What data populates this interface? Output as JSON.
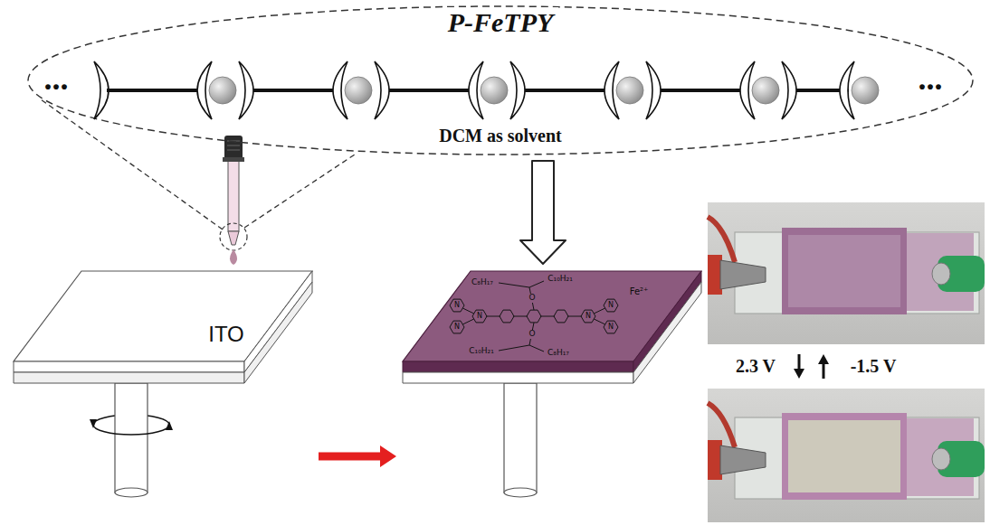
{
  "diagram": {
    "nodes": [
      {
        "text": [
          "P-FeTPY",
          "DCM as solvent"
        ]
      },
      {
        "text": [
          "ITO"
        ]
      },
      {
        "text": [
          "C₈H₁₇",
          "C₁₀H₂₁",
          "O",
          "O",
          "C₁₀H₂₁",
          "C₈H₁₇",
          "N",
          "N",
          "N",
          "N",
          "N",
          "N",
          "Fe²⁺"
        ]
      }
    ],
    "edges": [
      {
        "from": 0,
        "to": 2,
        "arrow": "to"
      },
      {
        "from": 1,
        "to": 2,
        "arrow": "to"
      }
    ],
    "labels": [
      "...",
      "...",
      "2.3 V",
      "-1.5 V"
    ]
  }
}
